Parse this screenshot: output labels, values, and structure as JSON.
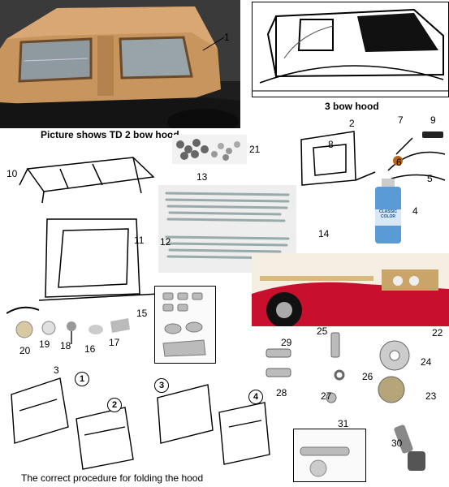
{
  "captions": {
    "td_photo": "Picture shows TD 2 bow hood",
    "three_bow": "3 bow hood",
    "folding": "The correct procedure for folding the hood"
  },
  "part_numbers": {
    "p1": "1",
    "p2": "2",
    "p3": "3",
    "p4": "4",
    "p5": "5",
    "p6": "6",
    "p7": "7",
    "p8": "8",
    "p9": "9",
    "p10": "10",
    "p11": "11",
    "p12": "12",
    "p13": "13",
    "p14": "14",
    "p15": "15",
    "p16": "16",
    "p17": "17",
    "p18": "18",
    "p19": "19",
    "p20": "20",
    "p21": "21",
    "p22": "22",
    "p23": "23",
    "p24": "24",
    "p25": "25",
    "p26": "26",
    "p27": "27",
    "p28": "28",
    "p29": "29",
    "p30": "30",
    "p31": "31"
  },
  "fold_steps": [
    "1",
    "2",
    "3",
    "4"
  ],
  "spray_can": {
    "brand": "CLASSIC COLOR"
  }
}
